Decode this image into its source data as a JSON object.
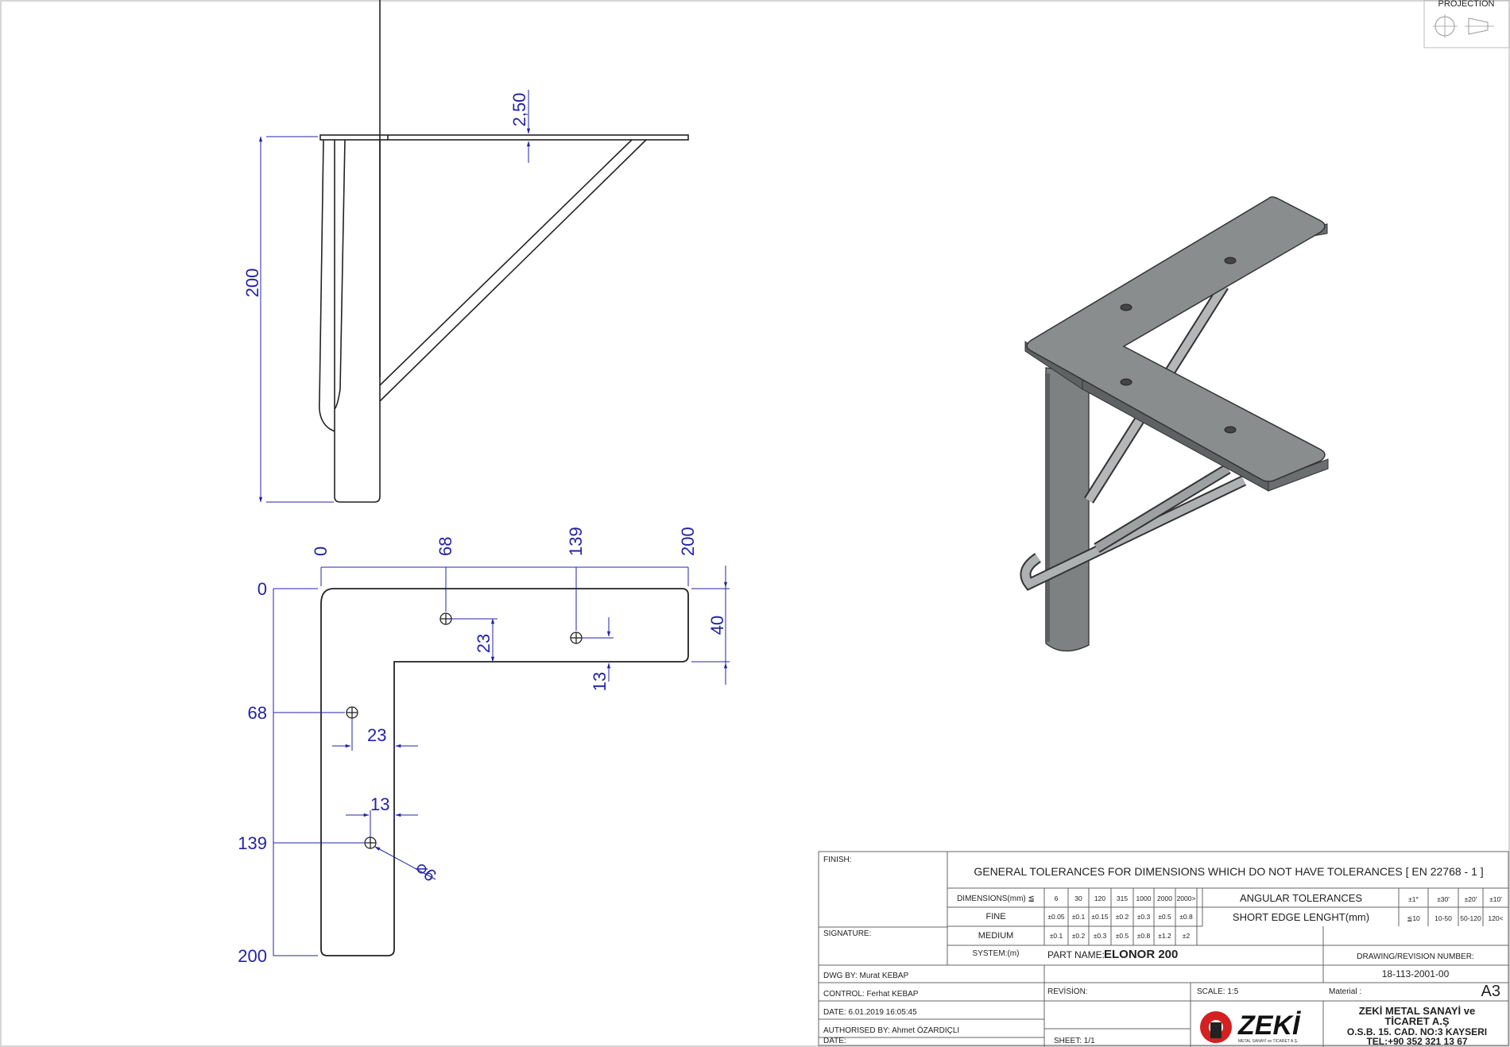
{
  "projection": {
    "label": "PROJECTION"
  },
  "colors": {
    "dimension": "#2323a8",
    "outline": "#222222",
    "part_fill": "#7d8182",
    "logo_red": "#d42020"
  },
  "side_view": {
    "dim_thickness": "2,50",
    "dim_height": "200"
  },
  "top_view": {
    "x_ticks": [
      "0",
      "68",
      "139",
      "200"
    ],
    "y_ticks": [
      "0",
      "68",
      "139",
      "200"
    ],
    "dim_width": "40",
    "dim_23_a": "23",
    "dim_13_a": "13",
    "dim_23_b": "23",
    "dim_13_b": "13",
    "hole_dia": "⌀6"
  },
  "title_block": {
    "finish_label": "FINISH:",
    "signature_label": "SIGNATURE:",
    "general_tolerances": "GENERAL TOLERANCES FOR DIMENSIONS WHICH DO NOT HAVE TOLERANCES [ EN 22768 - 1 ]",
    "dimensions_label": "DIMENSIONS(mm) ≦",
    "dimension_cols": [
      "6",
      "30",
      "120",
      "315",
      "1000",
      "2000",
      "2000>"
    ],
    "fine_label": "FINE",
    "fine_values": [
      "±0.05",
      "±0.1",
      "±0.15",
      "±0.2",
      "±0.3",
      "±0.5",
      "±0.8"
    ],
    "medium_label": "MEDIUM",
    "medium_values": [
      "±0.1",
      "±0.2",
      "±0.3",
      "±0.5",
      "±0.8",
      "±1.2",
      "±2"
    ],
    "system_label": "SYSTEM:(m)",
    "angular_label": "ANGULAR  TOLERANCES",
    "angular_values": [
      "±1°",
      "±30'",
      "±20'",
      "±10'"
    ],
    "short_edge_label": "SHORT EDGE LENGHT(mm)",
    "short_edge_values": [
      "≦10",
      "10-50",
      "50-120",
      "120<"
    ],
    "part_name_label": "PART NAME:",
    "part_name": "ELONOR 200",
    "drawing_number_label": "DRAWING/REVISION NUMBER:",
    "drawing_number": "18-113-2001-00",
    "dwg_by": "DWG BY:    Murat KEBAP",
    "control": "CONTROL:  Ferhat KEBAP",
    "date_created": "DATE: 6.01.2019 16:05:45",
    "authorised": "AUTHORISED BY: Ahmet ÖZARDIÇLI",
    "date_label": "DATE:",
    "revision_label": "REVİSİON:",
    "scale": "SCALE: 1:5",
    "sheet": "SHEET: 1/1",
    "material_label": "Material :",
    "paper_size": "A3",
    "logo_text": "ZEKİ",
    "logo_sub": "METAL SANAYİ ve TİCARET A.Ş.",
    "company_line1": "ZEKİ METAL SANAYİ ve",
    "company_line2": "TİCARET A.Ş",
    "company_line3": "O.S.B. 15. CAD. NO:3  KAYSERI",
    "company_line4": "TEL:+90 352 321 13 67"
  }
}
